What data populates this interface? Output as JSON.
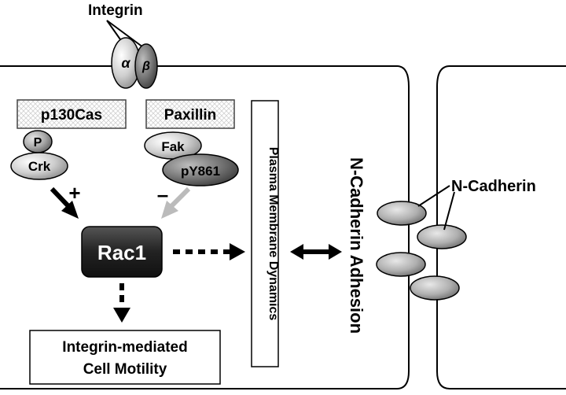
{
  "integrin": {
    "label": "Integrin",
    "alpha": "α",
    "beta": "β"
  },
  "adaptors": {
    "p130cas": "p130Cas",
    "paxillin": "Paxillin",
    "phospho": "P",
    "crk": "Crk",
    "fak": "Fak",
    "py861": "pY861"
  },
  "signs": {
    "plus": "+",
    "minus": "–"
  },
  "rac1": "Rac1",
  "plasma_membrane": "Plasma Membrane Dynamics",
  "motility": {
    "line1": "Integrin-mediated",
    "line2": "Cell Motility"
  },
  "adhesion": "N-Cadherin Adhesion",
  "ncadherin": "N-Cadherin",
  "colors": {
    "rac1_box": "#2a2a2a",
    "gray_arrow": "#bbbbbb",
    "ellipse_light": "#cccccc",
    "ellipse_dark": "#7a7a7a"
  }
}
